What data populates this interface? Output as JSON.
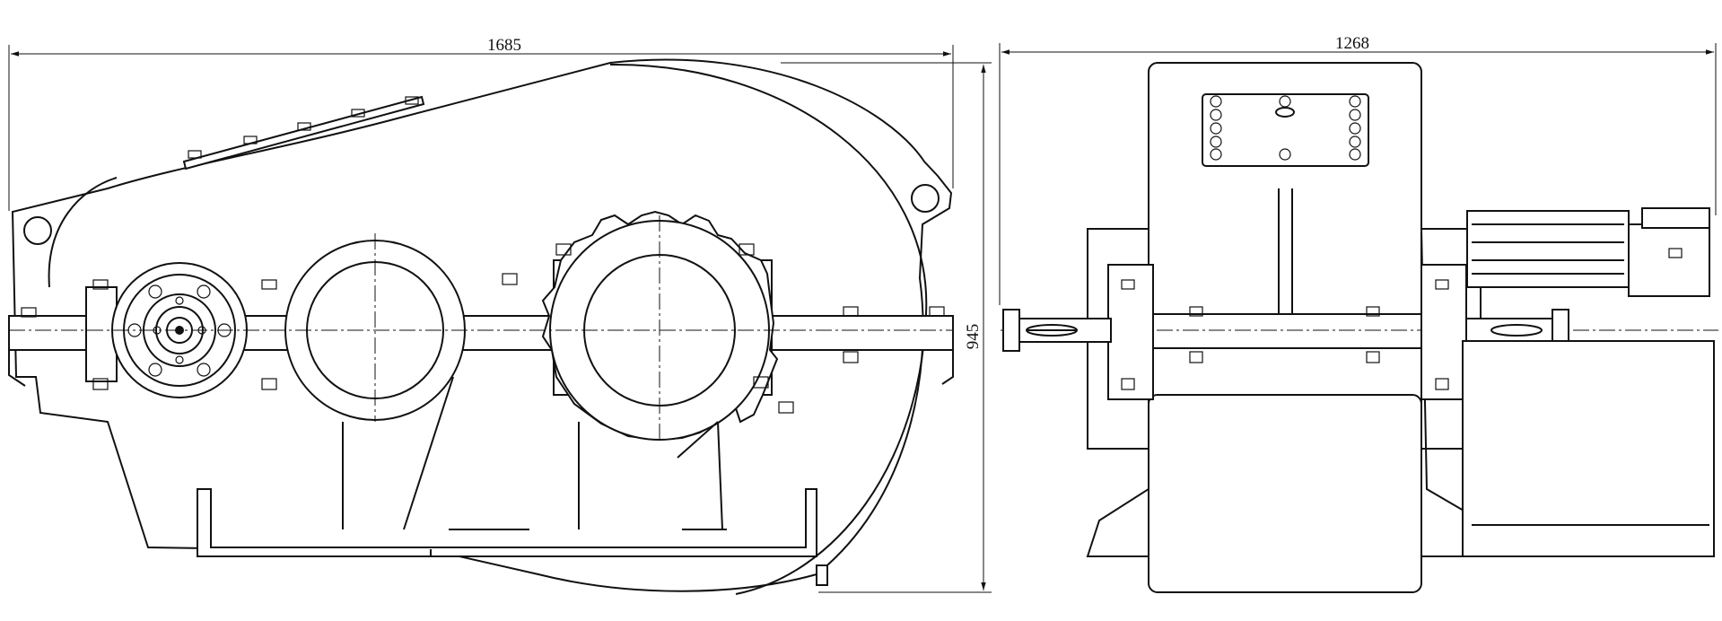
{
  "drawing": {
    "dimensions": {
      "front_length": "1685",
      "front_height": "945",
      "side_width": "1268"
    },
    "colors": {
      "line": "#111111",
      "background": "#ffffff"
    }
  }
}
